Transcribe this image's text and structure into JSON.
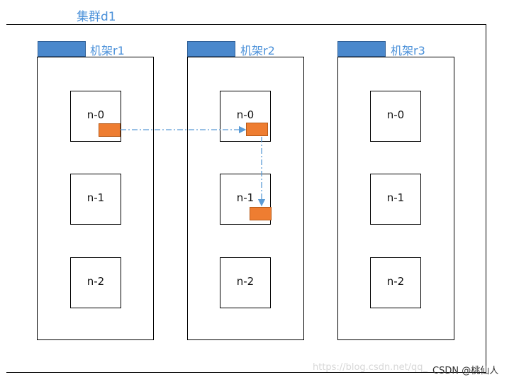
{
  "cluster": {
    "label": "集群d1"
  },
  "racks": [
    {
      "label": "机架r1",
      "nodes": [
        "n-0",
        "n-1",
        "n-2"
      ]
    },
    {
      "label": "机架r2",
      "nodes": [
        "n-0",
        "n-1",
        "n-2"
      ]
    },
    {
      "label": "机架r3",
      "nodes": [
        "n-0",
        "n-1",
        "n-2"
      ]
    }
  ],
  "watermark": "https://blog.csdn.net/qq_",
  "credit": "CSDN @桃仙人",
  "colors": {
    "accent": "#4a88cc",
    "block": "#ee7d31",
    "arrow": "#5b9bd5"
  }
}
